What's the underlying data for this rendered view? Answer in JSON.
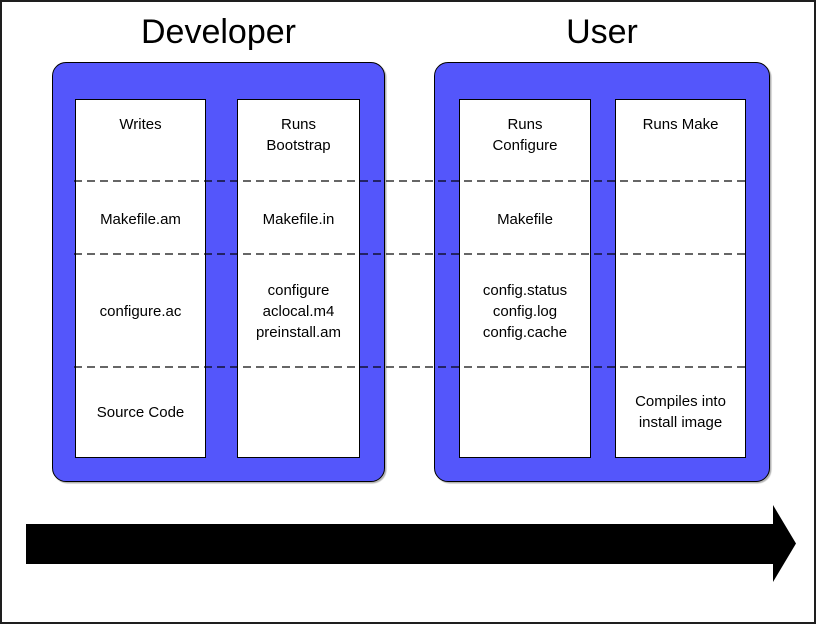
{
  "colors": {
    "box-blue": "#5456fb",
    "dash-gray": "rgba(0,0,0,0.6)",
    "arrow-black": "#000000"
  },
  "groups": [
    {
      "title": "Developer",
      "columns": [
        {
          "name": "developer-writes-column",
          "cells": [
            "Writes",
            "Makefile.am",
            "configure.ac",
            "Source Code"
          ]
        },
        {
          "name": "developer-bootstrap-column",
          "cells": [
            "Runs\nBootstrap",
            "Makefile.in",
            "configure\naclocal.m4\npreinstall.am",
            ""
          ]
        }
      ]
    },
    {
      "title": "User",
      "columns": [
        {
          "name": "user-configure-column",
          "cells": [
            "Runs\nConfigure",
            "Makefile",
            "config.status\nconfig.log\nconfig.cache",
            ""
          ]
        },
        {
          "name": "user-make-column",
          "cells": [
            "Runs Make",
            "",
            "",
            "Compiles into\ninstall image"
          ]
        }
      ]
    }
  ]
}
